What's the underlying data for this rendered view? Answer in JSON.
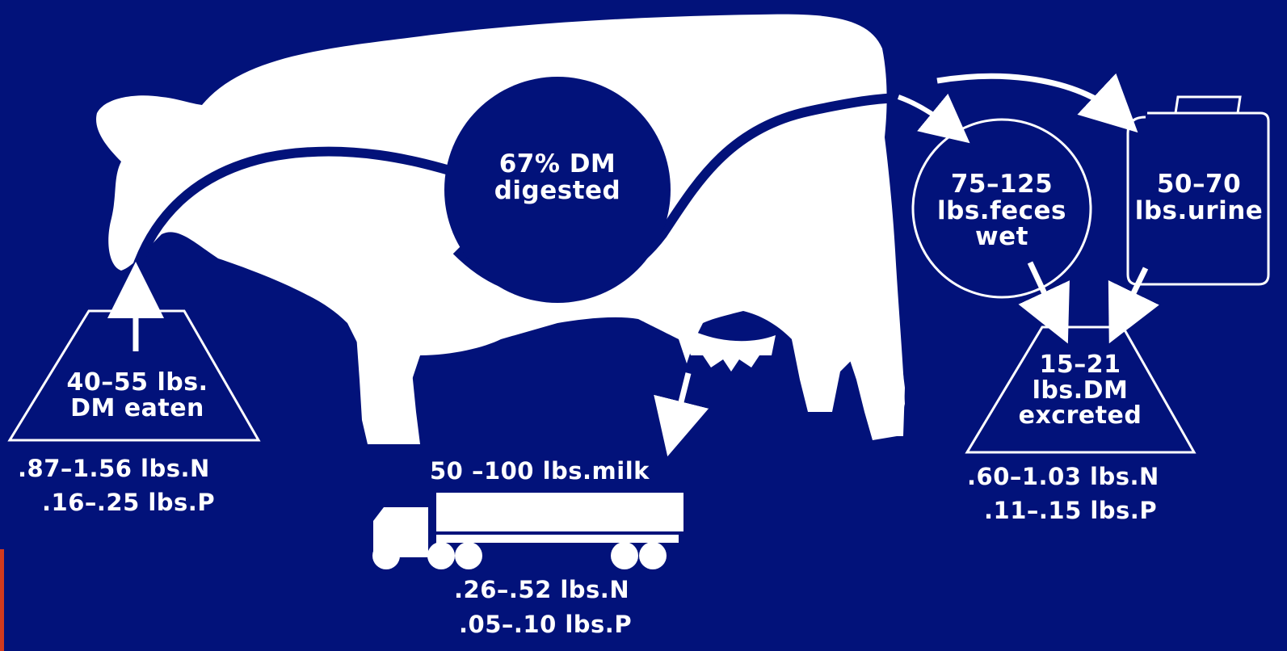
{
  "colors": {
    "background": "#02127a",
    "foreground": "#ffffff",
    "edge_accent": "#d23a1e"
  },
  "digestion": {
    "line1": "67% DM",
    "line2": "digested"
  },
  "intake": {
    "line1": "40–55 lbs.",
    "line2": "DM eaten",
    "nitrogen": ".87–1.56 lbs.N",
    "phosphorus": ".16–.25 lbs.P"
  },
  "milk": {
    "label": "50 –100 lbs.milk",
    "nitrogen": ".26–.52 lbs.N",
    "phosphorus": ".05–.10 lbs.P"
  },
  "feces": {
    "line1": "75–125",
    "line2": "lbs.feces",
    "line3": "wet"
  },
  "urine": {
    "line1": "50–70",
    "line2": "lbs.urine"
  },
  "excreted": {
    "line1": "15–21",
    "line2": "lbs.DM",
    "line3": "excreted",
    "nitrogen": ".60–1.03 lbs.N",
    "phosphorus": ".11–.15 lbs.P"
  },
  "icons": [
    "cow-icon",
    "milk-truck-icon",
    "urine-jug-icon",
    "feed-pile-icon",
    "manure-pile-icon"
  ]
}
